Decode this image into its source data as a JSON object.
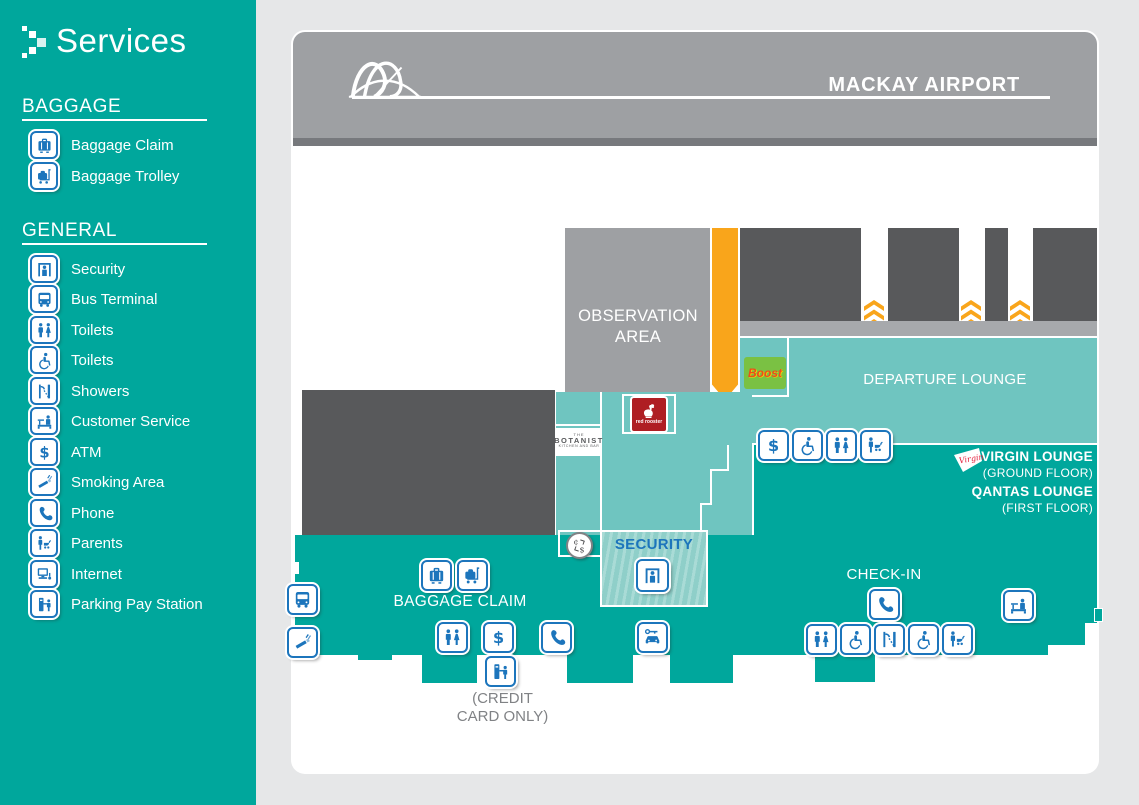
{
  "sidebar": {
    "title": "Services",
    "sections": [
      {
        "heading": "BAGGAGE",
        "items": [
          {
            "label": "Baggage Claim",
            "icon": "baggage-claim"
          },
          {
            "label": "Baggage Trolley",
            "icon": "baggage-trolley"
          }
        ]
      },
      {
        "heading": "GENERAL",
        "items": [
          {
            "label": "Security",
            "icon": "security"
          },
          {
            "label": "Bus Terminal",
            "icon": "bus-terminal"
          },
          {
            "label": "Toilets",
            "icon": "toilets"
          },
          {
            "label": "Toilets",
            "icon": "toilets-accessible"
          },
          {
            "label": "Showers",
            "icon": "showers"
          },
          {
            "label": "Customer Service",
            "icon": "customer-service"
          },
          {
            "label": "ATM",
            "icon": "atm"
          },
          {
            "label": "Smoking Area",
            "icon": "smoking-area"
          },
          {
            "label": "Phone",
            "icon": "phone"
          },
          {
            "label": "Parents",
            "icon": "parents"
          },
          {
            "label": "Internet",
            "icon": "internet"
          },
          {
            "label": "Parking Pay Station",
            "icon": "parking-pay-station"
          }
        ]
      }
    ]
  },
  "map": {
    "airport_name": "MACKAY AIRPORT",
    "labels": {
      "observation_area": "OBSERVATION AREA",
      "departure_lounge": "DEPARTURE LOUNGE",
      "security": "SECURITY",
      "baggage_claim": "BAGGAGE CLAIM",
      "check_in": "CHECK-IN",
      "virgin_lounge": "VIRGIN LOUNGE",
      "virgin_lounge_floor": "(GROUND FLOOR)",
      "qantas_lounge": "QANTAS LOUNGE",
      "qantas_lounge_floor": "(FIRST FLOOR)",
      "credit_card_line1": "(CREDIT",
      "credit_card_line2": "CARD ONLY)"
    },
    "tenants": {
      "botanist_pre": "THE",
      "botanist": "BOTANIST",
      "botanist_sub": "KITCHEN AND BAR",
      "red_rooster": "red rooster",
      "boost": "Boost",
      "virgin": "Virgin"
    }
  },
  "colors": {
    "teal": "#00A79C",
    "light_teal": "#6FC5C0",
    "banner_gray": "#9EA0A3",
    "dark_gray": "#58595B",
    "strip_gray": "#A7A9AC",
    "orange": "#F9A51B",
    "icon_blue": "#1C75BC",
    "page_bg": "#E6E7E8",
    "red_rooster_red": "#AF1E23",
    "boost_green": "#7AC143",
    "security_text": "#1C75BC"
  }
}
